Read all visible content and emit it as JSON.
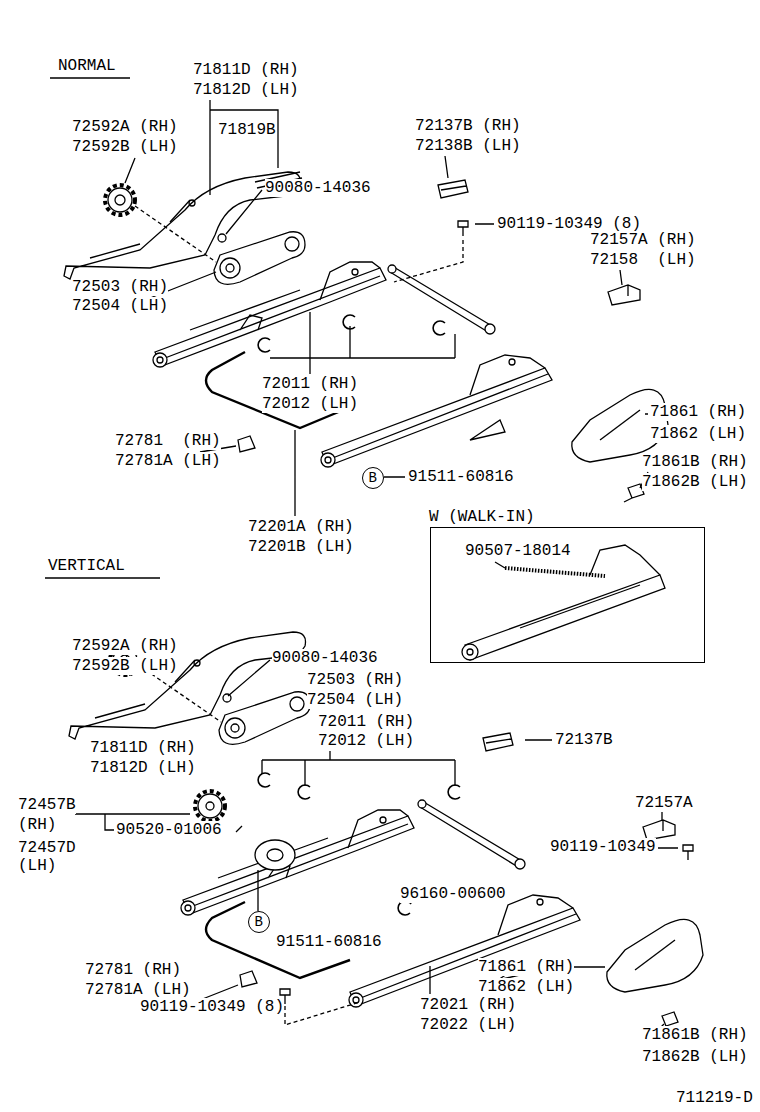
{
  "diagram": {
    "nodes": [
      {
        "text": [
          "B"
        ]
      },
      {
        "text": [
          "W (WALK-IN)",
          "90507-18014"
        ]
      },
      {
        "text": [
          "B"
        ]
      }
    ],
    "labels": [
      "NORMAL",
      "71811D (RH)",
      "71812D (LH)",
      "72592A (RH)",
      "72592B (LH)",
      "71819B",
      "72137B (RH)",
      "72138B (LH)",
      "90080-14036",
      "90119-10349 (8)",
      "72157A (RH)",
      "72158  (LH)",
      "72503 (RH)",
      "72504 (LH)",
      "72011 (RH)",
      "72012 (LH)",
      "71861 (RH)",
      "71862 (LH)",
      "72781  (RH)",
      "72781A (LH)",
      "71861B (RH)",
      "71862B (LH)",
      "91511-60816",
      "72201A (RH)",
      "72201B (LH)",
      "VERTICAL",
      "72592A (RH)",
      "72592B (LH)",
      "90080-14036",
      "72503 (RH)",
      "72504 (LH)",
      "72011 (RH)",
      "72012 (LH)",
      "71811D (RH)",
      "71812D (LH)",
      "72137B",
      "72157A",
      "72457B",
      "(RH)",
      "72457D",
      "(LH)",
      "90520-01006",
      "90119-10349",
      "96160-00600",
      "91511-60816",
      "71861 (RH)",
      "71862 (LH)",
      "72781 (RH)",
      "72781A (LH)",
      "90119-10349 (8)",
      "72021 (RH)",
      "72022 (LH)",
      "71861B (RH)",
      "71862B (LH)",
      "711219-D"
    ]
  }
}
